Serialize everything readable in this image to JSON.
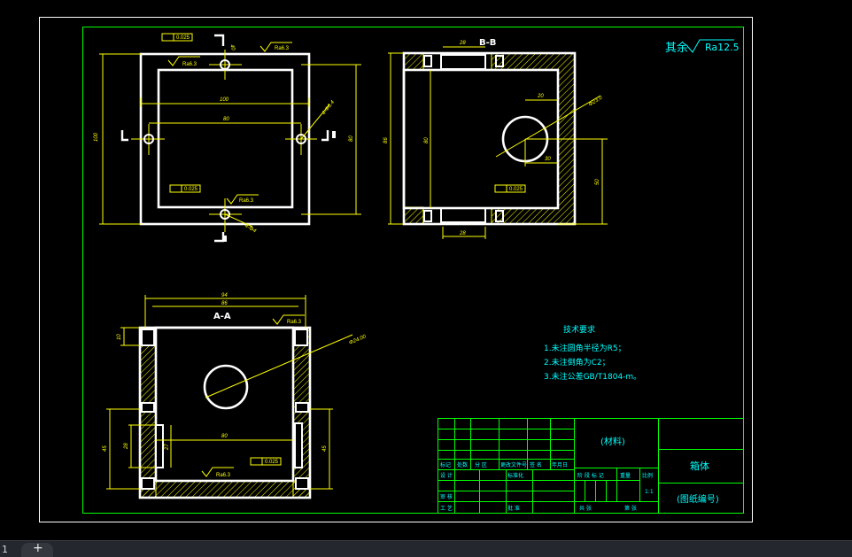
{
  "drawing": {
    "roughness": {
      "prefix": "其余",
      "symbol": "Ra12.5"
    },
    "tech_requirements": {
      "title": "技术要求",
      "items": [
        "1.未注圆角半径为R5；",
        "2.未注倒角为C2；",
        "3.未注公差GB/T1804-m。"
      ]
    },
    "front_view": {
      "dims": {
        "d100": "100",
        "d80w": "80",
        "h100": "100",
        "h80": "80",
        "hole": "4-Φ8.4",
        "hole_b": "4-Φ4",
        "ra_top": "Ra6.3",
        "ra_right": "Ra6.3",
        "ra_bottom": "Ra6.3",
        "tol_top": "0.025",
        "tol_bottom": "0.025"
      }
    },
    "side_view": {
      "dims": {
        "w28_top": "28",
        "w28_bot": "28",
        "h86": "86",
        "h80": "80",
        "d20": "20",
        "d30": "30",
        "d50": "50",
        "phi": "Φ23.0",
        "tol": "0.025"
      }
    },
    "top_view": {
      "dims": {
        "w94": "94",
        "w86": "86",
        "h10": "10",
        "phi": "Φ24.00",
        "w80": "80",
        "h45_l": "45",
        "h28": "28",
        "h27": "27",
        "h45_r": "45",
        "ra_top": "Ra6.3",
        "ra_bottom": "Ra6.3",
        "tol": "0.025"
      }
    },
    "title_block": {
      "material": "(材料)",
      "part_name": "箱体",
      "drawing_no": "(图纸编号)",
      "marks": "标记",
      "count": "处数",
      "zone": "分 区",
      "doc_no": "更改文件号",
      "sign": "签 名",
      "date": "年月日",
      "design": "设 计",
      "standard": "标准化",
      "stage_mark": "阶 段 标 记",
      "weight": "重量",
      "scale": "比例",
      "scale_value": "1:1",
      "review": "审 核",
      "process": "工 艺",
      "approve": "批 准",
      "total": "共 张",
      "sheet": "第 张"
    }
  },
  "statusbar": {
    "tab_number": "1",
    "add_label": "+"
  }
}
